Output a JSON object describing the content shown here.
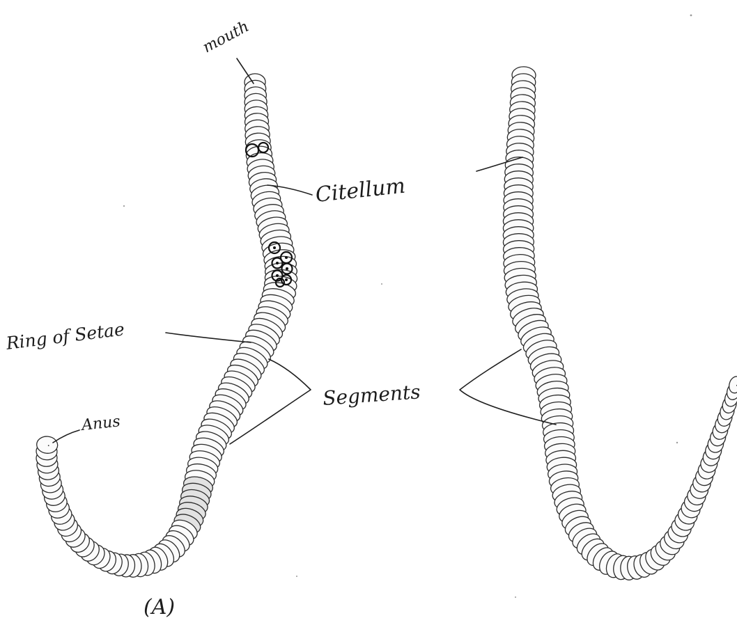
{
  "diagram": {
    "labels": {
      "mouth": "mouth",
      "clitellum": "Citellum",
      "setae": "Ring of Setae",
      "segments": "Segments",
      "anus": "Anus",
      "figure_a": "(A)"
    }
  }
}
